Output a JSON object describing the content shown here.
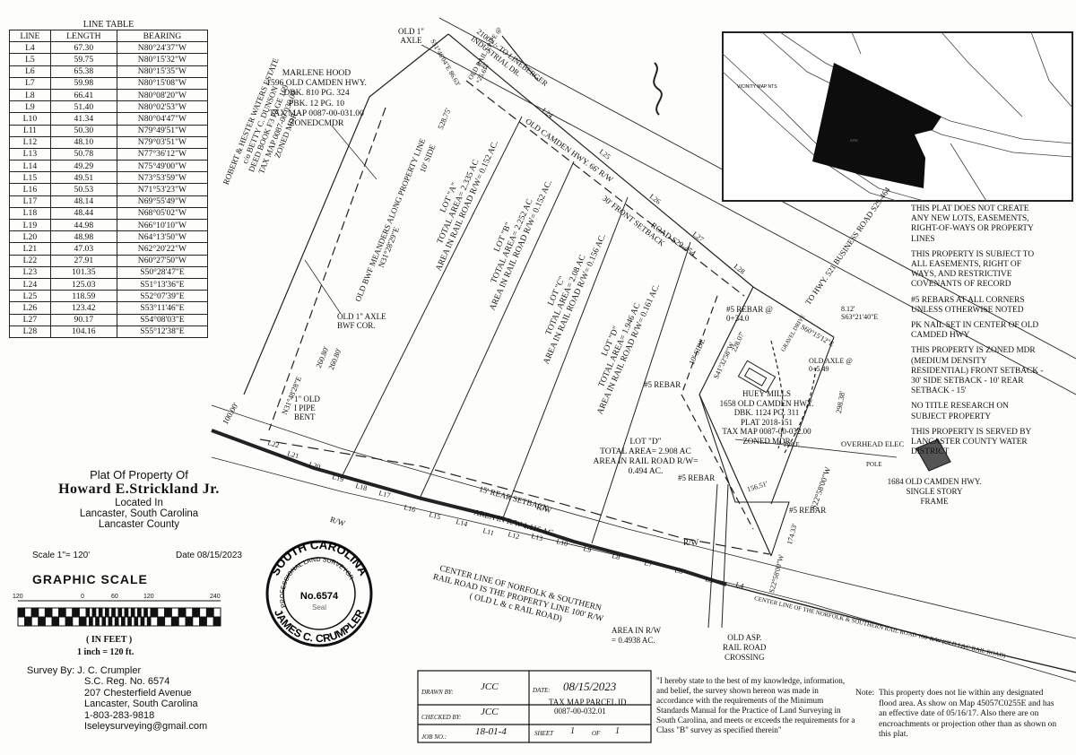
{
  "line_table": {
    "title": "LINE TABLE",
    "headers": [
      "LINE",
      "LENGTH",
      "BEARING"
    ],
    "rows": [
      [
        "L4",
        "67.30",
        "N80°24'37\"W"
      ],
      [
        "L5",
        "59.75",
        "N80°15'32\"W"
      ],
      [
        "L6",
        "65.38",
        "N80°15'35\"W"
      ],
      [
        "L7",
        "59.98",
        "N80°15'08\"W"
      ],
      [
        "L8",
        "66.41",
        "N80°08'20\"W"
      ],
      [
        "L9",
        "51.40",
        "N80°02'53\"W"
      ],
      [
        "L10",
        "41.34",
        "N80°04'47\"W"
      ],
      [
        "L11",
        "50.30",
        "N79°49'51\"W"
      ],
      [
        "L12",
        "48.10",
        "N79°03'51\"W"
      ],
      [
        "L13",
        "50.78",
        "N77°36'12\"W"
      ],
      [
        "L14",
        "49.29",
        "N75°49'00\"W"
      ],
      [
        "L15",
        "49.51",
        "N73°53'59\"W"
      ],
      [
        "L16",
        "50.53",
        "N71°53'23\"W"
      ],
      [
        "L17",
        "48.14",
        "N69°55'49\"W"
      ],
      [
        "L18",
        "48.44",
        "N68°05'02\"W"
      ],
      [
        "L19",
        "44.98",
        "N66°10'10\"W"
      ],
      [
        "L20",
        "48.98",
        "N64°13'50\"W"
      ],
      [
        "L21",
        "47.03",
        "N62°20'22\"W"
      ],
      [
        "L22",
        "27.91",
        "N60°27'50\"W"
      ],
      [
        "L23",
        "101.35",
        "S50°28'47\"E"
      ],
      [
        "L24",
        "125.03",
        "S51°13'36\"E"
      ],
      [
        "L25",
        "118.59",
        "S52°07'39\"E"
      ],
      [
        "L26",
        "123.42",
        "S53°11'46\"E"
      ],
      [
        "L27",
        "90.17",
        "S54°08'03\"E"
      ],
      [
        "L28",
        "104.16",
        "S55°12'38\"E"
      ]
    ]
  },
  "title_block": {
    "line1": "Plat Of Property Of",
    "owner": "Howard E.Strickland Jr.",
    "line3": "Located In",
    "line4": "Lancaster, South Carolina",
    "line5": "Lancaster County",
    "scale": "Scale  1\"= 120'",
    "date": "Date 08/15/2023"
  },
  "graphic_scale": {
    "title": "GRAPHIC SCALE",
    "ticks": [
      "120",
      "0",
      "60",
      "120",
      "240"
    ],
    "unit": "( IN FEET )",
    "ratio": "1 inch = 120 ft."
  },
  "surveyor": {
    "survey_by": "Survey By:  J. C. Crumpler",
    "reg": "S.C. Reg. No. 6574",
    "address": "207 Chesterfield Avenue",
    "city": "Lancaster, South Carolina",
    "phone": "1-803-283-9818",
    "email": "Iseleysurveying@gmail.com"
  },
  "seal": {
    "state": "SOUTH CAROLINA",
    "profession": "PROFESSIONAL LAND SURVEYOR",
    "name": "JAMES C. CRUMPLER",
    "number": "No.6574",
    "seal_word": "Seal"
  },
  "sheet_block": {
    "drawn_by_label": "DRAWN BY:",
    "drawn_by": "JCC",
    "date_label": "DATE:",
    "date": "08/15/2023",
    "tax_map_label": "TAX MAP PARCEL ID",
    "tax_map": "0087-00-032.01",
    "checked_by_label": "CHECKED BY:",
    "checked_by": "JCC",
    "job_label": "JOB NO.:",
    "job": "18-01-4",
    "sheet_label": "SHEET",
    "sheet": "1",
    "of_label": "OF",
    "of": "1"
  },
  "certification": "\"I hereby state to the best of my knowledge, information, and belief, the survey shown hereon was made in accordance with the requirements of the Minimum Standards Manual for the Practice of Land Surveying in South Carolina, and meets or exceeds the requirements for a Class \"B\" survey as specified therein\"",
  "flood_note": {
    "label": "Note:",
    "text": "This property does not lie within any designated flood area. As show on Map 45057C0255E and has an effective date of 05/16/17. Also there are on encroachments or projection other than as shown on this plat."
  },
  "notes": [
    "This plat does not create any new lots, easements, right-of-ways or property lines",
    "This property is subject to all easements, right of ways, and restrictive covenants of record",
    "#5 rebars at all corners unless otherwise noted",
    "PK Nail set in center of Old Camded Hwy",
    "This property is zoned MDR (Medium Density Residential) Front setback  - 30' Side setback   - 10' Rear setback   - 15'",
    "No title research on subject property",
    "This property is served by Lancaster County Water District"
  ],
  "vicinity": {
    "label": "VICINITY MAP NTS",
    "site": "SITE"
  },
  "plat": {
    "marlene": [
      "MARLENE HOOD",
      "1596 OLD CAMDEN HWY.",
      "DBK. 810 PG. 324",
      "PBK. 12 PG. 10",
      "TAX MAP 0087-00-031.00",
      "ZONEDCMDR"
    ],
    "waters": [
      "ROBERT & HESTER WATERS ESTATE",
      "c/o BETTY C. DUNSON",
      "DEED BOOK F3 PAGE 169",
      "TAX MAP 0087-00-030.00",
      "ZONED MDR"
    ],
    "huey": [
      "HUEY MILLS",
      "1658 OLD CAMDEN HWY.",
      "DBK. 1124 PG. 311",
      "PLAT 2018-151",
      "TAX MAP 0087-00-032.00",
      "ZONED MDR"
    ],
    "house1684": [
      "1684 OLD CAMDEN HWY.",
      "SINGLE STORY",
      "FRAME"
    ],
    "lot_a": [
      "LOT \"A\"",
      "TOTAL AREA= 2.335 AC",
      "AREA IN RAIL ROAD R/W= 0.152 AC."
    ],
    "lot_b": [
      "LOT \"B\"",
      "TOTAL AREA= 2.252 AC",
      "AREA IN RAIL ROAD R/W= 0.152 AC."
    ],
    "lot_c": [
      "LOT \"C\"",
      "TOTAL AREA= 2.08 AC",
      "AREA IN RAIL ROAD R/W= 0.156 AC."
    ],
    "lot_d_strip": [
      "LOT \"D\"",
      "TOTAL AREA= 1.946 AC",
      "AREA IN RAIL ROAD R/W= 0.161 AC."
    ],
    "lot_d": [
      "LOT \"D\"",
      "TOTAL AREA= 2.908 AC",
      "AREA IN RAIL ROAD R/W=",
      "0.494 AC."
    ],
    "old_axle_top": [
      "OLD 1\"",
      "AXLE"
    ],
    "to_lineberger": "2100'+/- TO LINEBERGER INDUSTRIAL DR.",
    "old_camden_hwy": "OLD CAMDEN HWY. 66' R/W",
    "front_setback": "30' FRONT SETBACK",
    "road_label": "ROAD S29-454",
    "to_hwy521": "TO HWY. 521 BUSINESS ROAD S29-464",
    "s51_top": "S51°46'04\"E 86.63'",
    "old_rail_iron": "OLD RAIL 1 PIPE @ +25.67",
    "n31_top": "N31°28'29\"E",
    "side10_top": "10' SIDE",
    "bwf_meander": "OLD BWF MEANDERS ALONG PROPERTY LINE",
    "dist_528": "528.75'",
    "dist_260a": "260.80'",
    "dist_260b": "260.80'",
    "old_axle_bwf": [
      "OLD 1\" AXLE",
      "BWF COR."
    ],
    "n31_bottom": "N31°48'28\"E",
    "old_pipe": [
      "1\" OLD",
      "I PIPE",
      "BENT"
    ],
    "dist_100": "100.00'",
    "rebar_034": "#5 REBAR @ 0+34.0",
    "s60": "S60°15'12\"E",
    "s63": [
      "8.12'",
      "S63°21'40\"E"
    ],
    "old_axle_right": "OLD AXLE @ 0+5.49",
    "s41": "S41°32'58\"W",
    "dist_228": "228.07'",
    "side10_right": "10' SIDE",
    "rebar_left": "#5 REBAR",
    "rebar_mid": "#5 REBAR",
    "rebar_right": "#5 REBAR",
    "dist_298": "298.38'",
    "s22_a": "S22°58'00\"W",
    "s22_b": "S22°58'00\"W",
    "dist_156": "156.51'",
    "dist_174": "174.33'",
    "overhead": "OVERHEAD ELEC",
    "pole1": "POLE",
    "pole2": "POLE",
    "gravel": "GRAVEL DRIVE",
    "rear_setback": "15' REAR SETBACK",
    "rw_1": "R/W",
    "rw_2": "R/W",
    "rw_3": "R/W",
    "area_rw_1": "AREA IN R/W 1.116 AC.",
    "area_rw_2": [
      "AREA IN R/W",
      "= 0.4938 AC."
    ],
    "center_line_1": [
      "CENTER LINE OF NORFOLK & SOUTHERN",
      "RAIL ROAD IS THE PROPERTY LINE 100' R/W",
      "( OLD L & c RAIL ROAD)"
    ],
    "center_line_2": "CENTER LINE OF THE NORFOLK & SOUTHERN RAIL ROAD  100' R/W (OLD L&C RAIL ROAD)",
    "rail_crossing": [
      "OLD ASP.",
      "RAIL ROAD",
      "CROSSING"
    ],
    "line_labels": [
      "L4",
      "L5",
      "L6",
      "L7",
      "L8",
      "L9",
      "L10",
      "L11",
      "L12",
      "L13",
      "L14",
      "L15",
      "L16",
      "L17",
      "L18",
      "L19",
      "L20",
      "L21",
      "L22",
      "L23",
      "L24",
      "L25",
      "L26",
      "L27",
      "L28"
    ]
  }
}
